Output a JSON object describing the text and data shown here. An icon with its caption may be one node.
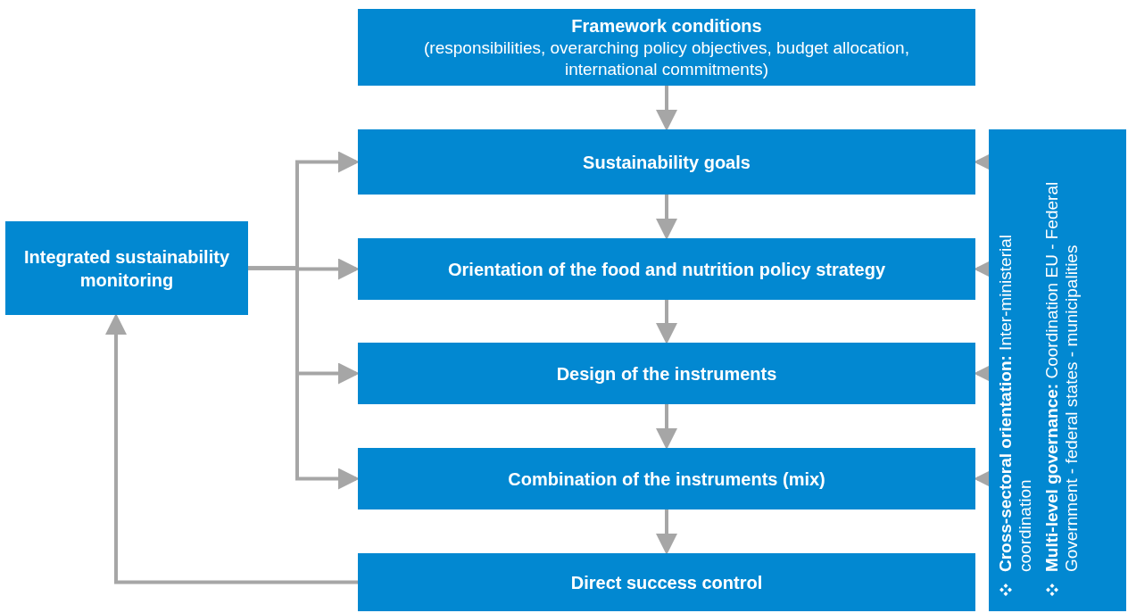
{
  "diagram": {
    "nodes": [
      {
        "text": [
          "Framework conditions",
          "(responsibilities, overarching policy objectives, budget allocation, international commitments)"
        ]
      },
      {
        "text": [
          "Sustainability goals"
        ]
      },
      {
        "text": [
          "Orientation of the food and nutrition policy strategy"
        ]
      },
      {
        "text": [
          "Design of the instruments"
        ]
      },
      {
        "text": [
          "Combination of the instruments (mix)"
        ]
      },
      {
        "text": [
          "Direct success control"
        ]
      },
      {
        "text": [
          "Integrated sustainability monitoring"
        ]
      },
      {
        "text": [
          "**Cross-sectoral orientation:** Inter-ministerial coordination",
          "**Multi-level governance:** Coordination EU - Federal Government - federal states - municipalities"
        ]
      }
    ],
    "edges": [
      {
        "from": 0,
        "to": 1,
        "arrow": "to"
      },
      {
        "from": 1,
        "to": 2,
        "arrow": "to"
      },
      {
        "from": 2,
        "to": 3,
        "arrow": "to"
      },
      {
        "from": 3,
        "to": 4,
        "arrow": "to"
      },
      {
        "from": 4,
        "to": 5,
        "arrow": "to"
      },
      {
        "from": 5,
        "to": 6,
        "arrow": "to"
      },
      {
        "from": 6,
        "to": 1,
        "arrow": "to"
      },
      {
        "from": 6,
        "to": 2,
        "arrow": "to"
      },
      {
        "from": 6,
        "to": 3,
        "arrow": "to"
      },
      {
        "from": 6,
        "to": 4,
        "arrow": "to"
      },
      {
        "from": 7,
        "to": 1,
        "arrow": "to"
      },
      {
        "from": 7,
        "to": 2,
        "arrow": "to"
      },
      {
        "from": 7,
        "to": 3,
        "arrow": "to"
      },
      {
        "from": 7,
        "to": 4,
        "arrow": "to"
      }
    ]
  }
}
